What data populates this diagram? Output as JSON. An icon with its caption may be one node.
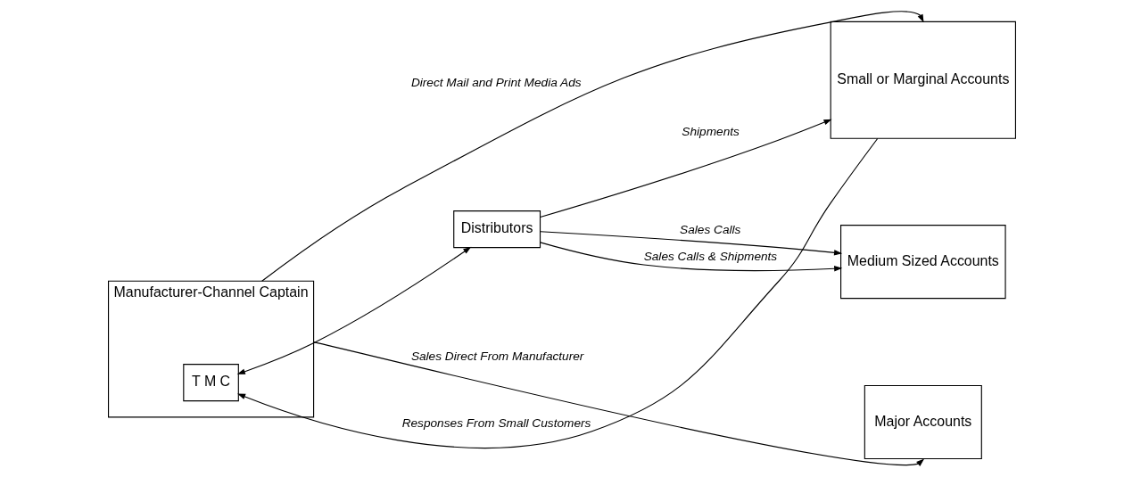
{
  "diagram": {
    "nodes": [
      {
        "text": [
          "Manufacturer-Channel Captain"
        ]
      },
      {
        "text": [
          "T M C"
        ],
        "in": 0
      },
      {
        "text": [
          "Distributors"
        ]
      },
      {
        "text": [
          "Small or Marginal Accounts"
        ]
      },
      {
        "text": [
          "Medium Sized Accounts"
        ]
      },
      {
        "text": [
          "Major Accounts"
        ]
      }
    ],
    "edges": [
      {
        "from": 0,
        "to": 3,
        "arrow": "to",
        "label": "Direct Mail and Print Media Ads"
      },
      {
        "from": 3,
        "to": 1,
        "arrow": "to",
        "label": "Responses From Small Customers"
      },
      {
        "from": 2,
        "to": 3,
        "arrow": "to",
        "label": "Shipments"
      },
      {
        "from": 2,
        "to": 4,
        "arrow": "to",
        "label": "Sales Calls"
      },
      {
        "from": 2,
        "to": 4,
        "arrow": "to",
        "label": "Sales Calls & Shipments"
      },
      {
        "from": 1,
        "to": 2,
        "arrow": "both"
      },
      {
        "from": 0,
        "to": 5,
        "arrow": "to",
        "label": "Sales Direct From Manufacturer"
      }
    ]
  }
}
